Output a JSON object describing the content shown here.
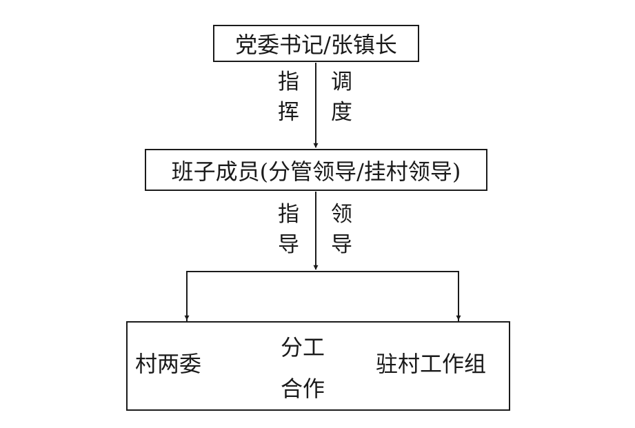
{
  "nodes": {
    "top": "党委书记/张镇长",
    "middle": "班子成员(分管领导/挂村领导)",
    "left": "村两委",
    "right": "驻村工作组"
  },
  "edges": {
    "top_left": [
      "指",
      "挥"
    ],
    "top_right": [
      "调",
      "度"
    ],
    "mid_left": [
      "指",
      "导"
    ],
    "mid_right": [
      "领",
      "导"
    ],
    "bottom_above": "分工",
    "bottom_below": "合作"
  }
}
